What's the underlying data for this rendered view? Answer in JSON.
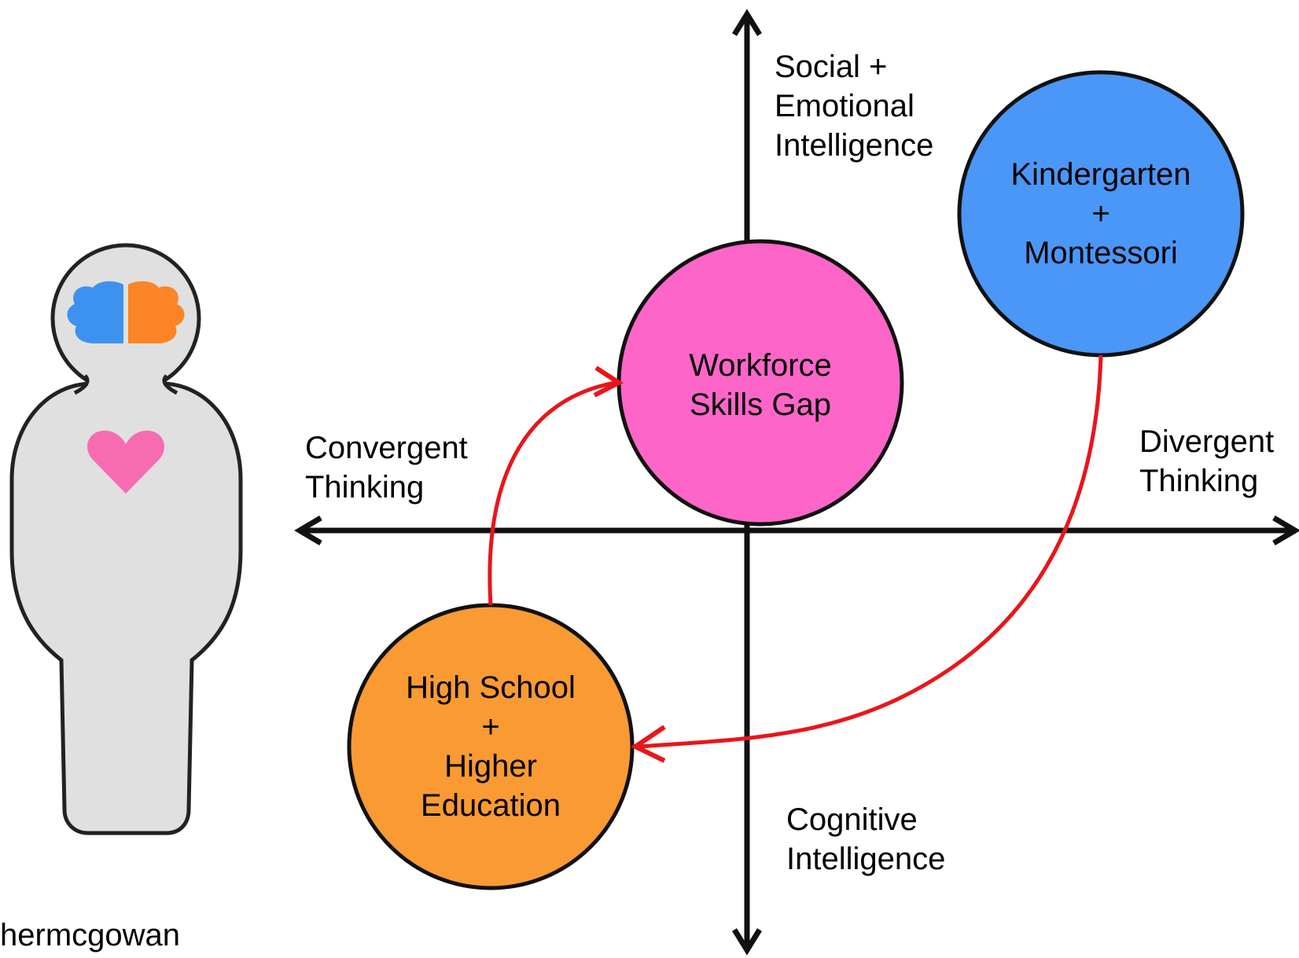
{
  "axes": {
    "top": [
      "Social +",
      "Emotional",
      "Intelligence"
    ],
    "bottom": [
      "Cognitive",
      "Intelligence"
    ],
    "left": [
      "Convergent",
      "Thinking"
    ],
    "right": [
      "Divergent",
      "Thinking"
    ]
  },
  "nodes": {
    "kindergarten": {
      "lines": [
        "Kindergarten",
        "+",
        "Montessori"
      ],
      "color": "#4a97f7"
    },
    "workforce": {
      "lines": [
        "Workforce",
        "Skills Gap"
      ],
      "color": "#fd66c8"
    },
    "highschool": {
      "lines": [
        "High School",
        "+",
        "Higher",
        "Education"
      ],
      "color": "#f99a33"
    }
  },
  "figure": {
    "brain_left_color": "#3d92f0",
    "brain_right_color": "#fb8526",
    "heart_color": "#f76cb0",
    "body_color": "#e0e0e0"
  },
  "arrow_color": "#e8161b",
  "credit": "hermcgowan"
}
